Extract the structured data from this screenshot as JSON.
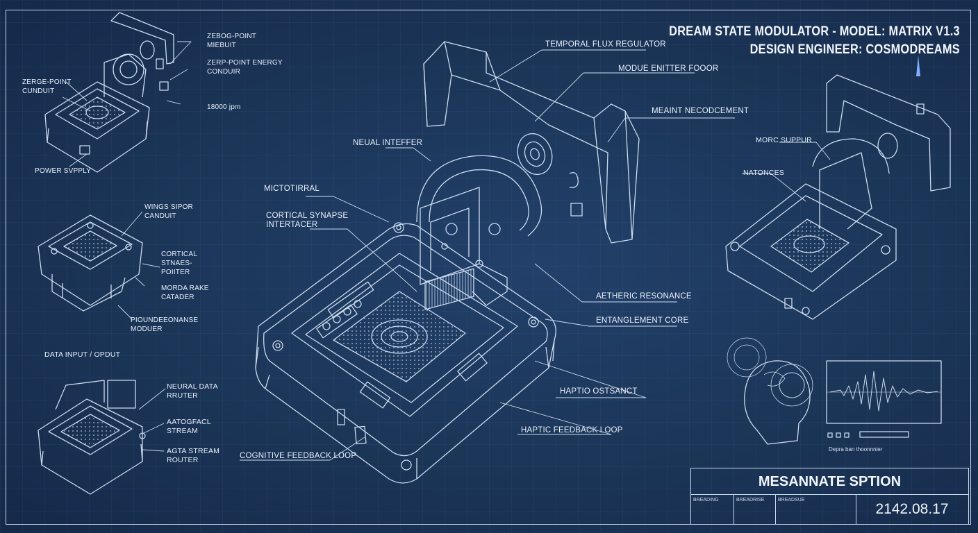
{
  "title": {
    "line1": "DREAM STATE MODULATOR - MODEL: MATRIX V1.3",
    "line2": "DESIGN ENGINEER: COSMODREAMS"
  },
  "labels": {
    "temporal_flux_regulator": "TEMPORAL FLUX REGULATOR",
    "mode_emitter_floor": "MODUE ENITTER FOOOR",
    "meaint_necodcement": "MEAINT NECODCEMENT",
    "neual_intefer": "NEUAL INTEFFER",
    "microtirral": "MICTOTIRRAL",
    "cortical_synapse_interfacer": [
      "CORTICAL SYNAPSE",
      "INTERTACER"
    ],
    "aetheric_resonance": "AETHERIC RESONANCE",
    "entanglement_core": "ENTANGLEMENT CORE",
    "haptio_ostsanct": "HAPTIO OSTSANCT",
    "haptic_feedback_loop": "HAPTIC FEEDBACK LOOP",
    "cognitive_feedback_loop": "COGNITIVE FEEDBACK LOOP",
    "zero_point_mebuit": [
      "ZEBOG-POINT",
      "MIEBUIT"
    ],
    "zero_point_energy_conduit": [
      "ZERP-POINT ENERGY",
      "CONDUIR"
    ],
    "zerge_point_cunduit": [
      "ZERGE-POINT",
      "CUNDUIT"
    ],
    "rpm": "18000 jpm",
    "power_supply": "POWER SVPPLY",
    "wings_sipor_canduit": [
      "WINGS SIPOR",
      "CANDUIT"
    ],
    "cortical_stnaes_poiter": [
      "CORTICAL",
      "STNAES-",
      "POIITER"
    ],
    "morda_rake_catader": [
      "MORDA RAKE",
      "CATADER"
    ],
    "pioundrdonanse_moduer": [
      "PIOUNDEEONANSE",
      "MODUER"
    ],
    "data_input_output": "DATA INPUT / OPDUT",
    "neural_data_router": [
      "NEURAL DATA",
      "RRUTER"
    ],
    "aatogfacl_stream": [
      "AATOGFACL",
      "STREAM"
    ],
    "agta_stream_router": [
      "AGTA STREAM",
      "ROUTER"
    ],
    "morc_suppur": "MORC SUPPUR",
    "natonces": "NATONCES",
    "depra_ban_thoonnnier": "Depra ban thoonnnier"
  },
  "title_block": {
    "heading": "MESANNATE SPTION",
    "cells": [
      "BREADING",
      "BREADRISE",
      "BREADSUE"
    ],
    "date": "2142.08.17"
  },
  "colors": {
    "background": "#1b3557",
    "line": "#c9d9ee",
    "text": "#e8f0fb"
  }
}
